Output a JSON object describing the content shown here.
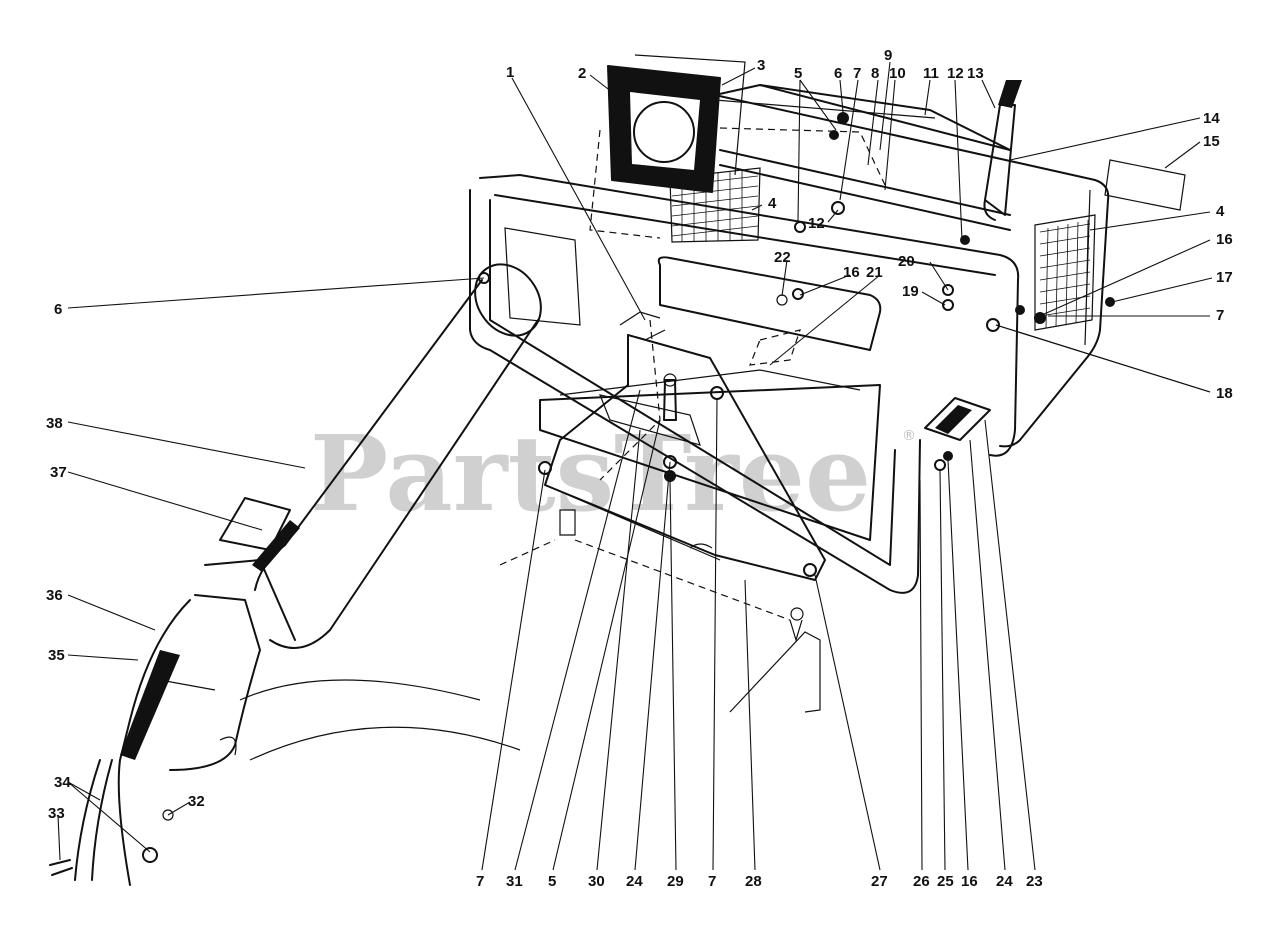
{
  "watermark": {
    "text": "PartsTree",
    "mark": "®"
  },
  "callouts": [
    "1",
    "2",
    "3",
    "4",
    "5",
    "6",
    "7",
    "8",
    "9",
    "10",
    "11",
    "12",
    "13",
    "14",
    "15",
    "16",
    "17",
    "18",
    "19",
    "20",
    "21",
    "22",
    "23",
    "24",
    "25",
    "26",
    "27",
    "28",
    "29",
    "30",
    "31",
    "32",
    "33",
    "34",
    "35",
    "36",
    "37",
    "38"
  ],
  "labels": {
    "top": [
      "1",
      "2",
      "3",
      "5",
      "6",
      "7",
      "8",
      "9",
      "10",
      "11",
      "12",
      "13",
      "14",
      "15"
    ],
    "bottom": [
      "7",
      "31",
      "5",
      "30",
      "24",
      "29",
      "7",
      "28",
      "27",
      "26",
      "25",
      "16",
      "24",
      "23"
    ],
    "left": [
      "6",
      "38",
      "37",
      "36",
      "35",
      "34",
      "33",
      "32"
    ],
    "right": [
      "4",
      "16",
      "17",
      "7",
      "18"
    ],
    "inner": [
      "4",
      "12",
      "16",
      "21",
      "22",
      "20",
      "19"
    ]
  }
}
